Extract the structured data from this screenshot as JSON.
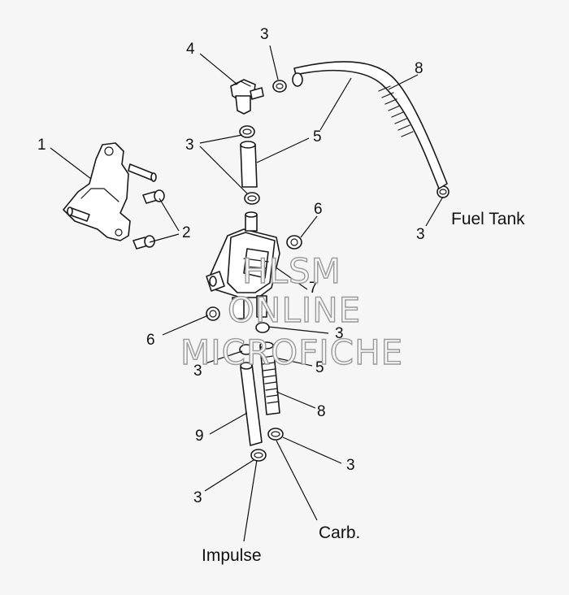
{
  "callouts": {
    "c1": "1",
    "c2": "2",
    "c3_top": "3",
    "c3_left": "3",
    "c3_tank": "3",
    "c3_right": "3",
    "c3_mid": "3",
    "c3_lower_right": "3",
    "c3_bottom": "3",
    "c4": "4",
    "c5_top": "5",
    "c5_bottom": "5",
    "c6_top": "6",
    "c6_left": "6",
    "c7": "7",
    "c8_top": "8",
    "c8_bottom": "8",
    "c9": "9"
  },
  "destinations": {
    "fuel_tank": "Fuel Tank",
    "carb": "Carb.",
    "impulse": "Impulse"
  },
  "watermark": {
    "line1": "HLSM",
    "line2": "ONLINE",
    "line3": "MICROFICHE"
  },
  "colors": {
    "background": "#f6f6f6",
    "line": "#1a1a1a",
    "watermark": "#9a9a9a"
  }
}
